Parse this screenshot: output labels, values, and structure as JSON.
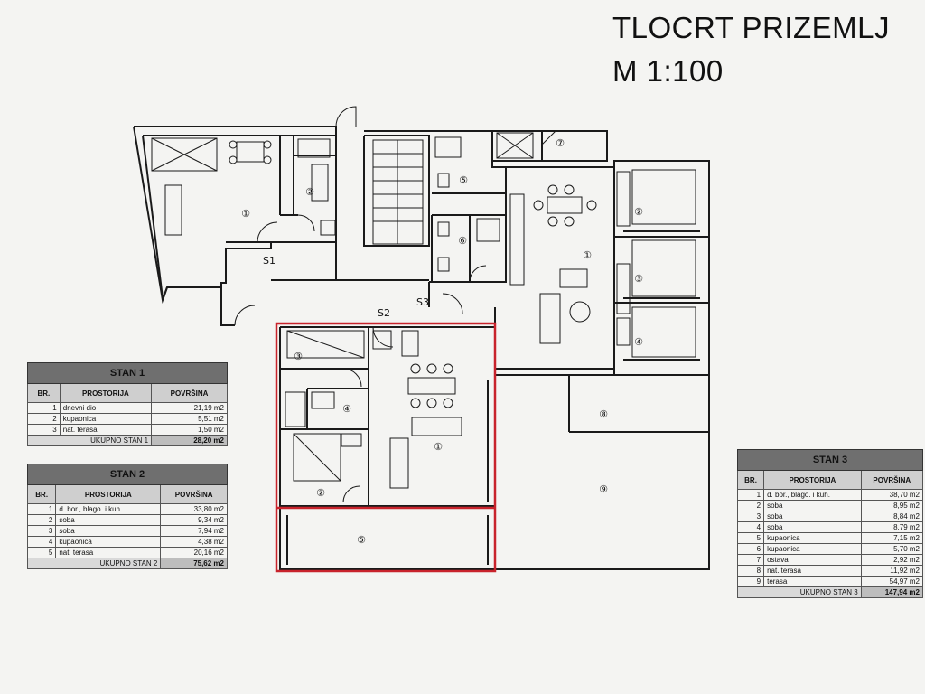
{
  "title": {
    "line1": "TLOCRT PRIZEMLJ",
    "line2": "M 1:100"
  },
  "labels": {
    "s1": "S1",
    "s2": "S2",
    "s3": "S3",
    "c1": "①",
    "c2": "②",
    "c3": "③",
    "c4": "④",
    "c5": "⑤",
    "c6": "⑥",
    "c7": "⑦",
    "c8": "⑧",
    "c9": "⑨"
  },
  "colors": {
    "highlight": "#c8232c",
    "line": "#1a1a1a",
    "table_header": "#6f6f6f"
  },
  "stan1": {
    "title": "STAN 1",
    "headers": [
      "BR.",
      "PROSTORIJA",
      "POVRŠINA"
    ],
    "rows": [
      [
        "1",
        "dnevni dio",
        "21,19 m2"
      ],
      [
        "2",
        "kupaonica",
        "5,51 m2"
      ],
      [
        "3",
        "nat. terasa",
        "1,50 m2"
      ]
    ],
    "total": [
      "UKUPNO STAN 1",
      "28,20 m2"
    ]
  },
  "stan2": {
    "title": "STAN 2",
    "headers": [
      "BR.",
      "PROSTORIJA",
      "POVRŠINA"
    ],
    "rows": [
      [
        "1",
        "d. bor., blago. i kuh.",
        "33,80 m2"
      ],
      [
        "2",
        "soba",
        "9,34 m2"
      ],
      [
        "3",
        "soba",
        "7,94 m2"
      ],
      [
        "4",
        "kupaonica",
        "4,38 m2"
      ],
      [
        "5",
        "nat. terasa",
        "20,16 m2"
      ]
    ],
    "total": [
      "UKUPNO STAN 2",
      "75,62 m2"
    ]
  },
  "stan3": {
    "title": "STAN 3",
    "headers": [
      "BR.",
      "PROSTORIJA",
      "POVRŠINA"
    ],
    "rows": [
      [
        "1",
        "d. bor., blago. i kuh.",
        "38,70 m2"
      ],
      [
        "2",
        "soba",
        "8,95 m2"
      ],
      [
        "3",
        "soba",
        "8,84 m2"
      ],
      [
        "4",
        "soba",
        "8,79 m2"
      ],
      [
        "5",
        "kupaonica",
        "7,15 m2"
      ],
      [
        "6",
        "kupaonica",
        "5,70 m2"
      ],
      [
        "7",
        "ostava",
        "2,92 m2"
      ],
      [
        "8",
        "nat. terasa",
        "11,92 m2"
      ],
      [
        "9",
        "terasa",
        "54,97 m2"
      ]
    ],
    "total": [
      "UKUPNO STAN 3",
      "147,94 m2"
    ]
  }
}
